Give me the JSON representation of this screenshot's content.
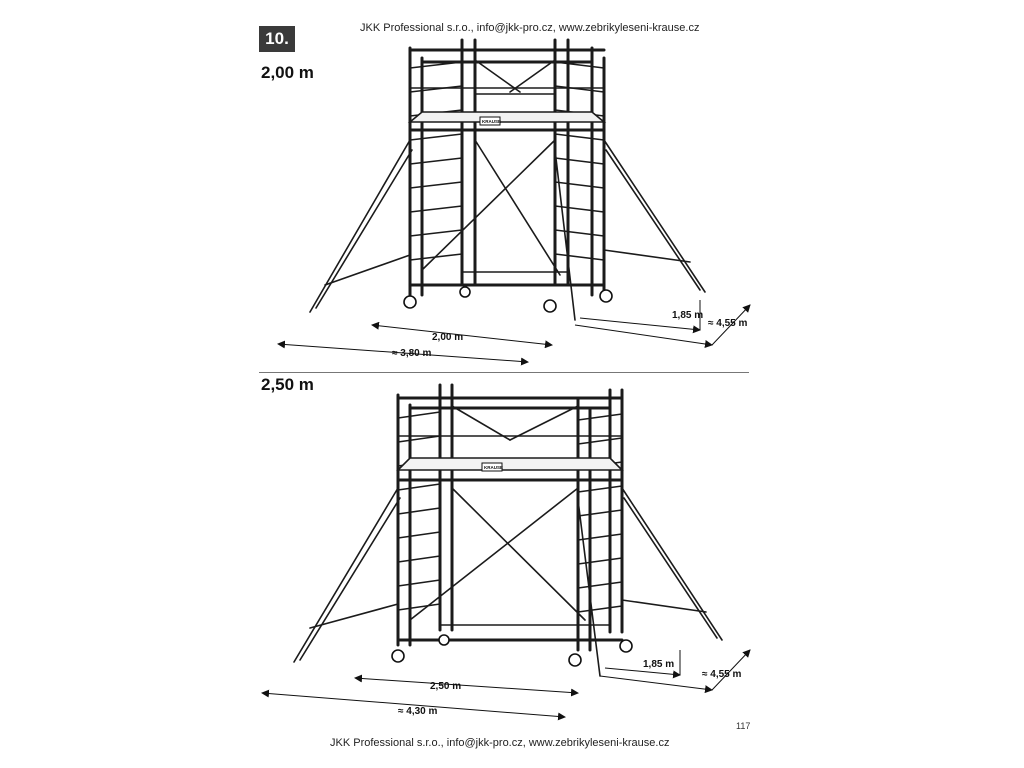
{
  "header": {
    "text": "JKK Professional s.r.o., info@jkk-pro.cz, www.zebrikyleseni-krause.cz"
  },
  "step": {
    "number": "10."
  },
  "sections": [
    {
      "title": "2,00 m",
      "dims": {
        "length": "2,00 m",
        "base_length": "≈ 3,80 m",
        "width": "1,85 m",
        "base_width": "≈ 4,55 m"
      },
      "logo": "KRAUSE"
    },
    {
      "title": "2,50 m",
      "dims": {
        "length": "2,50 m",
        "base_length": "≈ 4,30 m",
        "width": "1,85 m",
        "base_width": "≈ 4,55 m"
      },
      "logo": "KRAUSE"
    }
  ],
  "page_number": "117",
  "footer": {
    "text": "JKK Professional s.r.o., info@jkk-pro.cz, www.zebrikyleseni-krause.cz"
  },
  "colors": {
    "line": "#1b1b1b",
    "badge": "#3a3a3a"
  }
}
